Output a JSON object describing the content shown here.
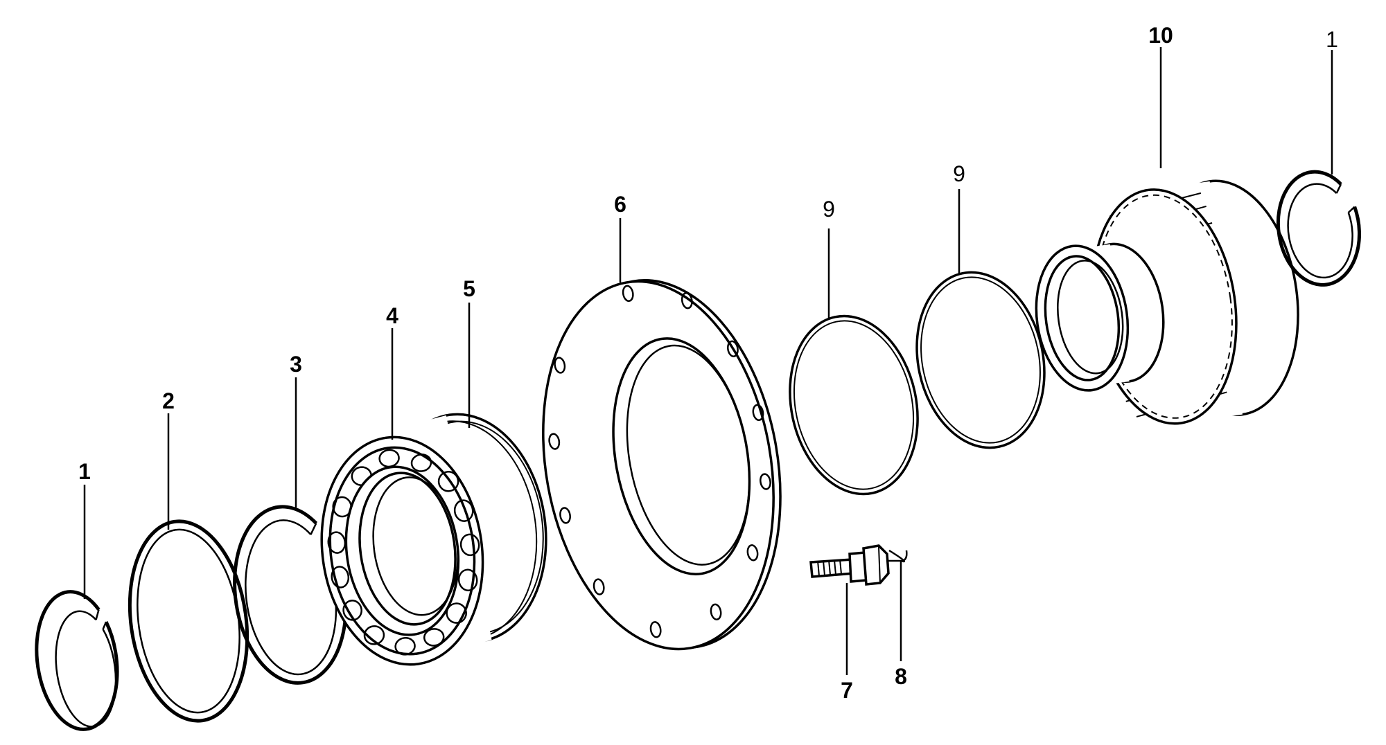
{
  "callouts": [
    {
      "id": "c1a",
      "text": "1"
    },
    {
      "id": "c2",
      "text": "2"
    },
    {
      "id": "c3",
      "text": "3"
    },
    {
      "id": "c4",
      "text": "4"
    },
    {
      "id": "c5",
      "text": "5"
    },
    {
      "id": "c6",
      "text": "6"
    },
    {
      "id": "c7",
      "text": "7"
    },
    {
      "id": "c8",
      "text": "8"
    },
    {
      "id": "c9a",
      "text": "9"
    },
    {
      "id": "c9b",
      "text": "9"
    },
    {
      "id": "c10",
      "text": "10"
    },
    {
      "id": "c1b",
      "text": "1"
    }
  ]
}
